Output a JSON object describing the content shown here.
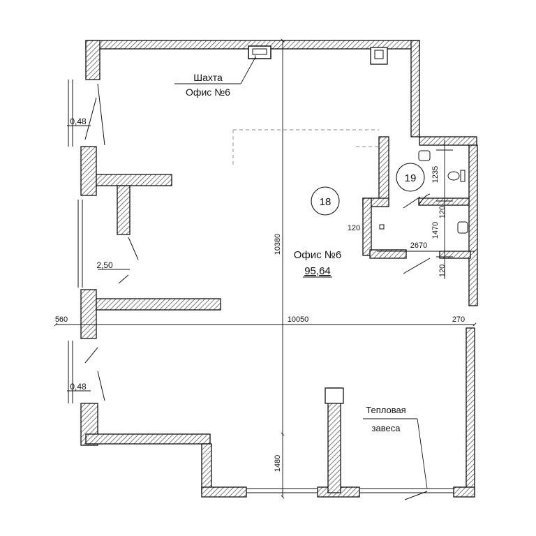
{
  "rooms": {
    "shaft_label_line1": "Шахта",
    "shaft_label_line2": "Офис №6",
    "office_number": "18",
    "office_name": "Офис №6",
    "office_area": "95,64",
    "wc_number": "19",
    "curtain_line1": "Тепловая",
    "curtain_line2": "завеса"
  },
  "dimensions": {
    "window_top": "0,48",
    "window_bottom": "0,48",
    "window_sill": "2,50",
    "height_main": "10380",
    "width_main": "10050",
    "left_small": "560",
    "right_small": "270",
    "bottom_height": "1480",
    "wc_1235": "1235",
    "wc_1470": "1470",
    "wc_2670": "2670",
    "wc_120_a": "120",
    "wc_120_b": "120",
    "wc_120_c": "120"
  },
  "colors": {
    "line": "#111111",
    "hatch": "#555555",
    "dash": "#888888"
  }
}
